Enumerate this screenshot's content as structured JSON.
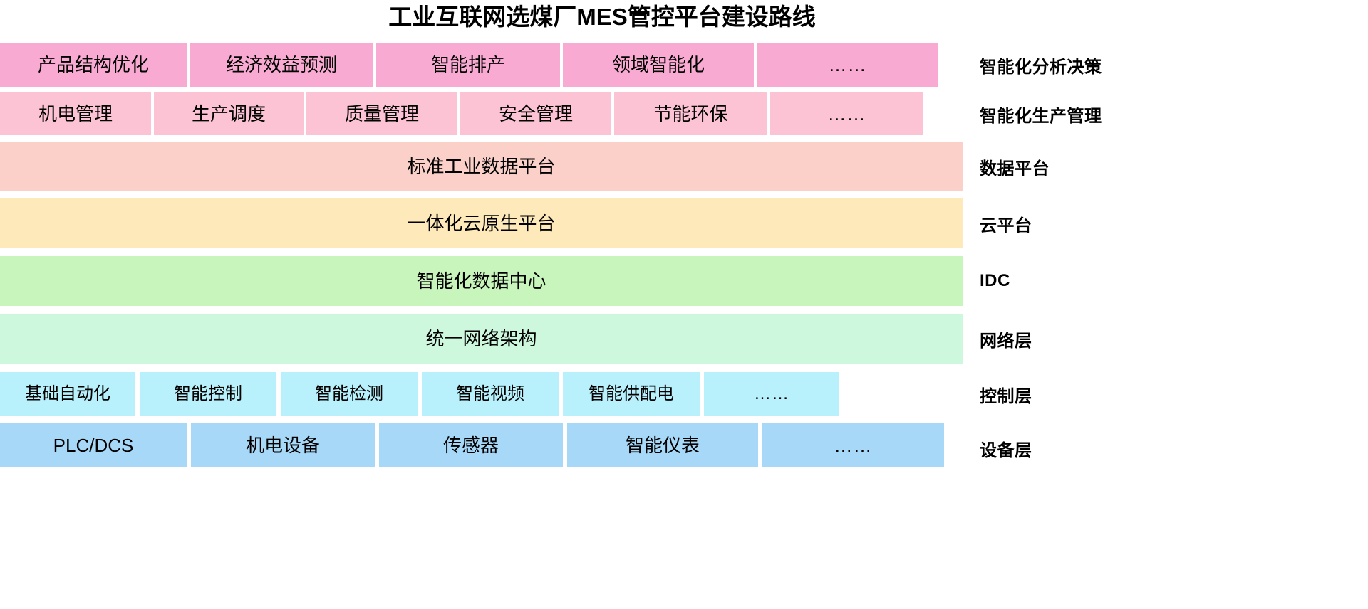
{
  "title": "工业互联网选煤厂MES管控平台建设路线",
  "colors": {
    "row1_box": "#f9aad2",
    "row2_box": "#fbc3d3",
    "data_platform": "#fbd0c8",
    "cloud_platform": "#fde9b9",
    "idc": "#c8f5bb",
    "network": "#cdf8de",
    "control_box": "#b8f0fb",
    "device_box": "#a8d8f8",
    "text": "#000000",
    "background": "#ffffff"
  },
  "ellipsis": "……",
  "layers": [
    {
      "id": "intelligent-analysis-decision",
      "label": "智能化分析决策",
      "style": "row1",
      "boxes": [
        {
          "text": "产品结构优化",
          "flex": 262
        },
        {
          "text": "经济效益预测",
          "flex": 258
        },
        {
          "text": "智能排产",
          "flex": 258
        },
        {
          "text": "领域智能化",
          "flex": 268
        },
        {
          "text": "……",
          "flex": 255,
          "is_ellipsis": true
        }
      ]
    },
    {
      "id": "intelligent-production-management",
      "label": "智能化生产管理",
      "style": "row2",
      "boxes": [
        {
          "text": "机电管理",
          "flex": 212
        },
        {
          "text": "生产调度",
          "flex": 210
        },
        {
          "text": "质量管理",
          "flex": 212
        },
        {
          "text": "安全管理",
          "flex": 212
        },
        {
          "text": "节能环保",
          "flex": 215
        },
        {
          "text": "……",
          "flex": 215,
          "is_ellipsis": true
        }
      ]
    },
    {
      "id": "data-platform",
      "label": "数据平台",
      "style": "band-data",
      "boxes": [
        {
          "text": "标准工业数据平台",
          "full": true
        }
      ]
    },
    {
      "id": "cloud-platform",
      "label": "云平台",
      "style": "band-cloud",
      "boxes": [
        {
          "text": "一体化云原生平台",
          "full": true
        }
      ]
    },
    {
      "id": "idc",
      "label": "IDC",
      "style": "band-idc",
      "boxes": [
        {
          "text": "智能化数据中心",
          "full": true
        }
      ]
    },
    {
      "id": "network-layer",
      "label": "网络层",
      "style": "band-network",
      "boxes": [
        {
          "text": "统一网络架构",
          "full": true
        }
      ]
    },
    {
      "id": "control-layer",
      "label": "控制层",
      "style": "row-control",
      "boxes": [
        {
          "text": "基础自动化",
          "flex": 190
        },
        {
          "text": "智能控制",
          "flex": 192
        },
        {
          "text": "智能检测",
          "flex": 192
        },
        {
          "text": "智能视频",
          "flex": 192
        },
        {
          "text": "智能供配电",
          "flex": 192
        },
        {
          "text": "……",
          "flex": 190,
          "is_ellipsis": true
        }
      ]
    },
    {
      "id": "device-layer",
      "label": "设备层",
      "style": "row-device",
      "boxes": [
        {
          "text": "PLC/DCS",
          "flex": 262
        },
        {
          "text": "机电设备",
          "flex": 258
        },
        {
          "text": "传感器",
          "flex": 258
        },
        {
          "text": "智能仪表",
          "flex": 268
        },
        {
          "text": "……",
          "flex": 255,
          "is_ellipsis": true
        }
      ]
    }
  ]
}
